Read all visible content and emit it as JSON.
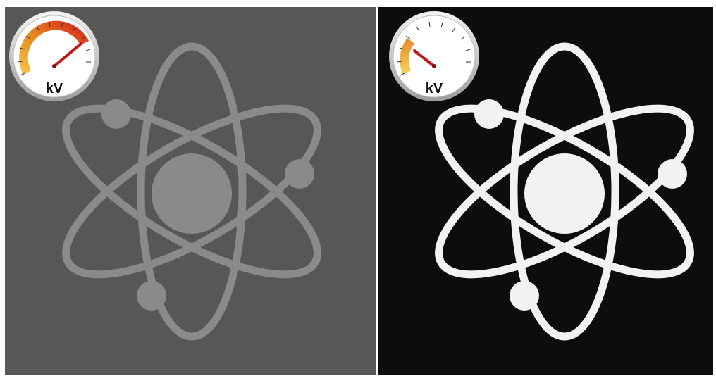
{
  "panels": [
    {
      "id": "left",
      "background": "#575757",
      "symbol_color": "#8a8a8a",
      "gauge": {
        "unit_label": "kV",
        "level": 0.78
      }
    },
    {
      "id": "right",
      "background": "#0d0d0d",
      "symbol_color": "#f2f2f2",
      "gauge": {
        "unit_label": "kV",
        "level": 0.28
      }
    }
  ]
}
